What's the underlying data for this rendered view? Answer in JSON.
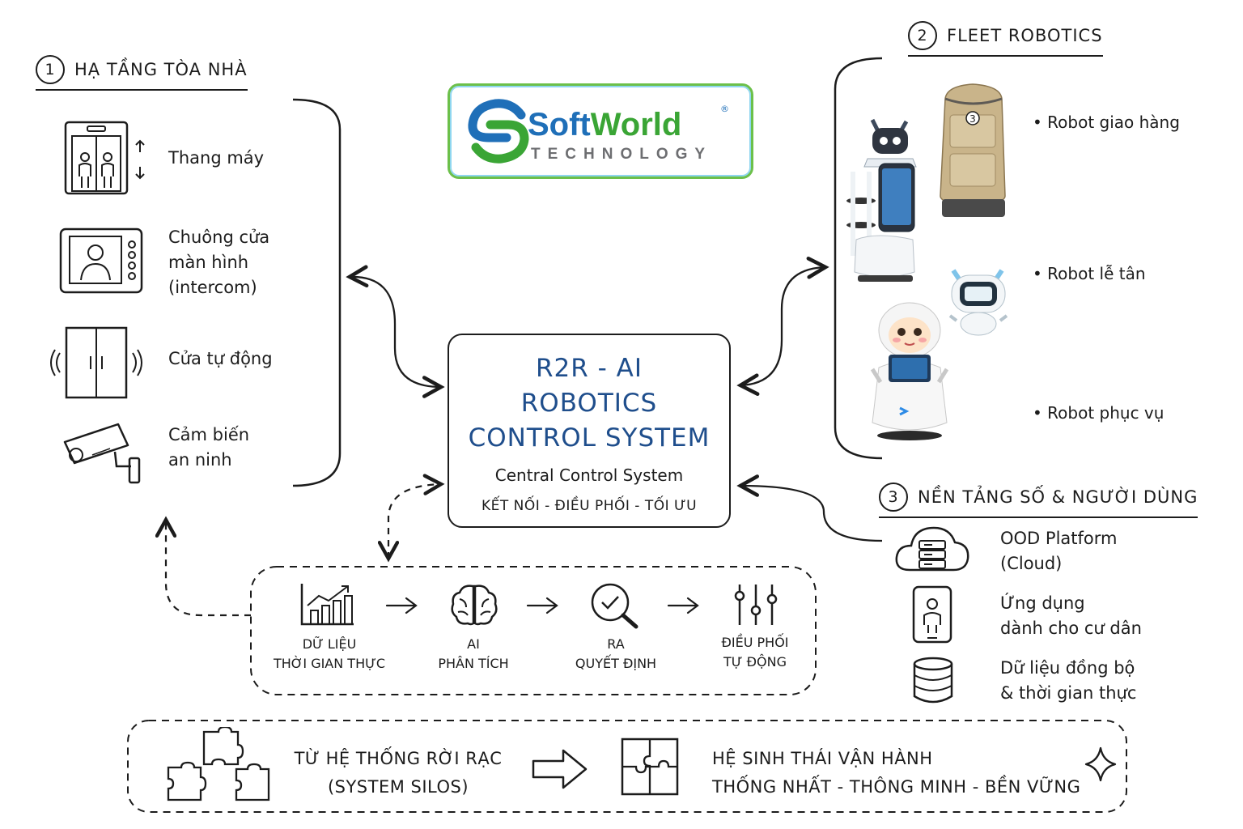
{
  "colors": {
    "ink": "#1c1c1c",
    "title_blue": "#1f4e8c",
    "brand_blue": "#1f6fb8",
    "brand_green": "#3aa535",
    "brand_gray": "#6d6e71"
  },
  "logo": {
    "name": "SoftWorld",
    "sub": "TECHNOLOGY",
    "registered": "®"
  },
  "section1": {
    "num": "1",
    "title": "HẠ TẦNG TÒA NHÀ",
    "items": [
      {
        "icon": "elevator-icon",
        "label_lines": [
          "Thang máy"
        ]
      },
      {
        "icon": "intercom-icon",
        "label_lines": [
          "Chuông cửa",
          "màn hình",
          "(intercom)"
        ]
      },
      {
        "icon": "automatic-door-icon",
        "label_lines": [
          "Cửa tự động"
        ]
      },
      {
        "icon": "security-camera-icon",
        "label_lines": [
          "Cảm biến",
          "an ninh"
        ]
      }
    ]
  },
  "section2": {
    "num": "2",
    "title": "FLEET ROBOTICS",
    "bullets": [
      "Robot giao hàng",
      "Robot lễ tân",
      "Robot phục vụ"
    ],
    "robot_badge": "3"
  },
  "section3": {
    "num": "3",
    "title": "NỀN TẢNG SỐ & NGƯỜI DÙNG",
    "items": [
      {
        "icon": "cloud-server-icon",
        "label_lines": [
          "OOD Platform",
          "(Cloud)"
        ]
      },
      {
        "icon": "mobile-app-icon",
        "label_lines": [
          "Ứng dụng",
          "dành cho cư dân"
        ]
      },
      {
        "icon": "database-icon",
        "label_lines": [
          "Dữ liệu đồng bộ",
          "& thời gian thực"
        ]
      }
    ]
  },
  "center": {
    "title_lines": [
      "R2R - AI",
      "ROBOTICS",
      "CONTROL SYSTEM"
    ],
    "subtitle": "Central Control System",
    "tagline": "KẾT NỐI - ĐIỀU PHỐI - TỐI ƯU"
  },
  "pipeline": [
    {
      "icon": "chart-growth-icon",
      "label_lines": [
        "DỮ LIỆU",
        "THỜI GIAN THỰC"
      ]
    },
    {
      "icon": "brain-icon",
      "label_lines": [
        "AI",
        "PHÂN TÍCH"
      ]
    },
    {
      "icon": "magnifier-check-icon",
      "label_lines": [
        "RA",
        "QUYẾT ĐỊNH"
      ]
    },
    {
      "icon": "sliders-icon",
      "label_lines": [
        "ĐIỀU PHỐI",
        "TỰ ĐỘNG"
      ]
    }
  ],
  "bottom": {
    "from_lines": [
      "TỪ HỆ THỐNG RỜI RẠC",
      "(SYSTEM SILOS)"
    ],
    "to_lines": [
      "HỆ SINH THÁI VẬN HÀNH",
      "THỐNG NHẤT - THÔNG MINH - BỀN VỮNG"
    ]
  }
}
